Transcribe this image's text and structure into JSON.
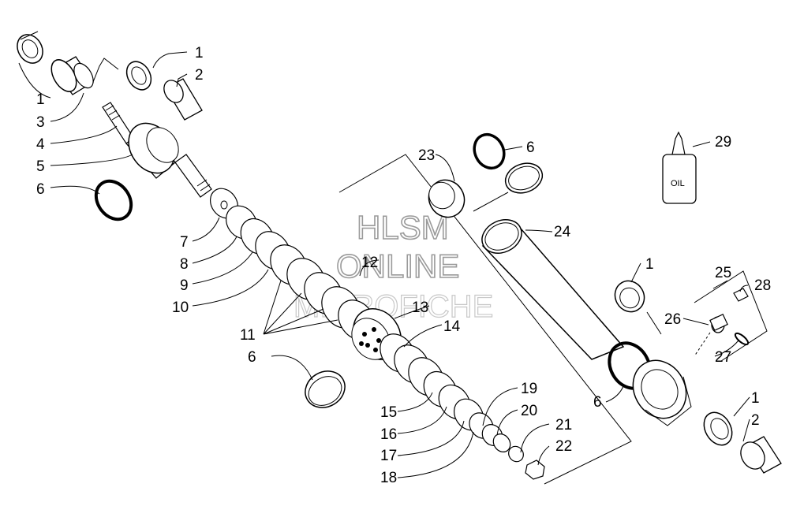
{
  "diagram": {
    "watermark": [
      "HLSM",
      "ONLINE",
      "MICROFICHE"
    ],
    "bottle_text": "OIL",
    "labels": {
      "c1a": "1",
      "c2a": "2",
      "c1b": "1",
      "c3": "3",
      "c4": "4",
      "c5": "5",
      "c6a": "6",
      "c7": "7",
      "c8": "8",
      "c9": "9",
      "c10": "10",
      "c11": "11",
      "c6b": "6",
      "c12": "12",
      "c13": "13",
      "c14": "14",
      "c15": "15",
      "c16": "16",
      "c17": "17",
      "c18": "18",
      "c19": "19",
      "c20": "20",
      "c21": "21",
      "c22": "22",
      "c23": "23",
      "c6c": "6",
      "c24": "24",
      "c29": "29",
      "c1c": "1",
      "c25": "25",
      "c28": "28",
      "c26": "26",
      "c27": "27",
      "c6d": "6",
      "c1d": "1",
      "c2d": "2"
    }
  }
}
